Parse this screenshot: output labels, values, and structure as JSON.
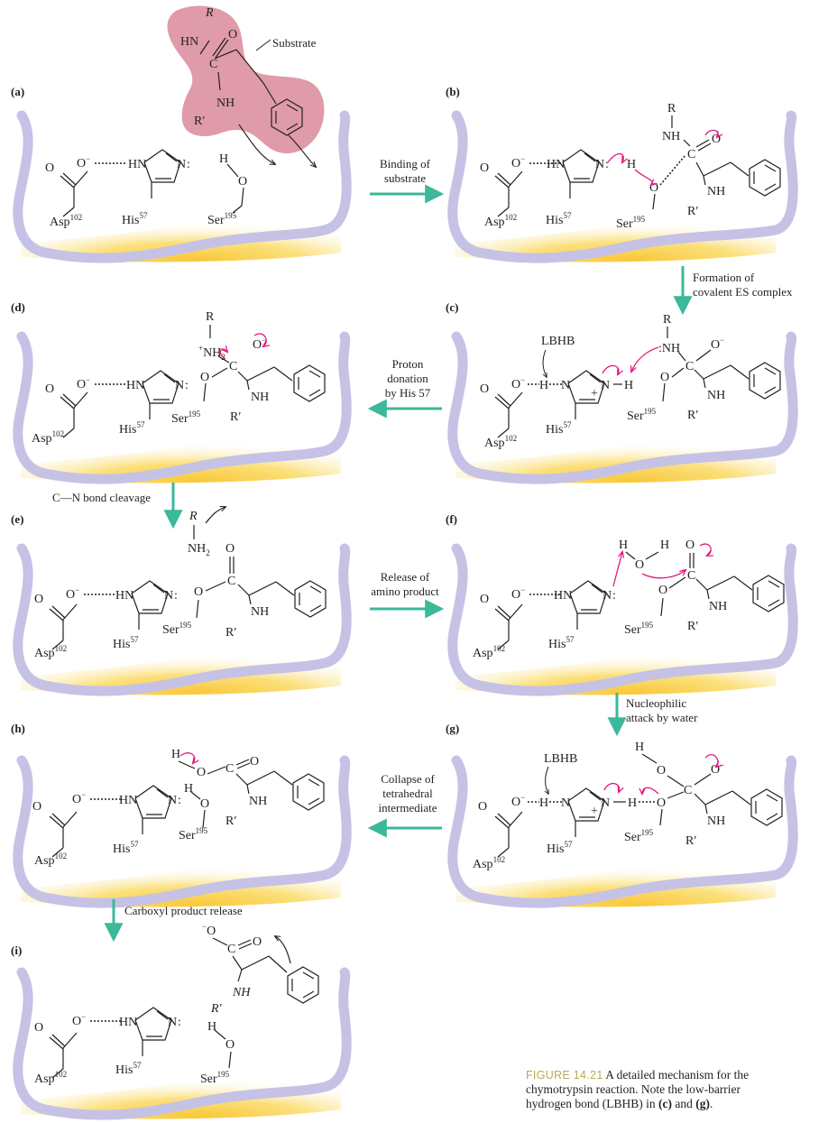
{
  "panels": [
    {
      "id": "a",
      "letter": "(a)"
    },
    {
      "id": "b",
      "letter": "(b)"
    },
    {
      "id": "c",
      "letter": "(c)"
    },
    {
      "id": "d",
      "letter": "(d)"
    },
    {
      "id": "e",
      "letter": "(e)"
    },
    {
      "id": "f",
      "letter": "(f)"
    },
    {
      "id": "g",
      "letter": "(g)"
    },
    {
      "id": "h",
      "letter": "(h)"
    },
    {
      "id": "i",
      "letter": "(i)"
    }
  ],
  "labels": {
    "substrate": "Substrate",
    "asp": "Asp",
    "asp_num": "102",
    "his": "His",
    "his_num": "57",
    "ser": "Ser",
    "ser_num": "195",
    "lbhb": "LBHB"
  },
  "steps": {
    "ab": [
      "Binding of",
      "substrate"
    ],
    "bc": [
      "Formation of",
      "covalent ES complex"
    ],
    "cd": [
      "Proton",
      "donation",
      "by His 57"
    ],
    "de": [
      "C—N bond cleavage"
    ],
    "ef": [
      "Release of",
      "amino product"
    ],
    "fg": [
      "Nucleophilic",
      "attack by water"
    ],
    "gh": [
      "Collapse of",
      "tetrahedral",
      "intermediate"
    ],
    "hi": [
      "Carboxyl product release"
    ]
  },
  "caption": {
    "figure": "FIGURE 14.21",
    "text1": " A detailed mechanism for the",
    "text2": "chymotrypsin reaction. Note the low-barrier",
    "text3a": "hydrogen bond (LBHB) in ",
    "c": "(c)",
    "and": " and ",
    "g": "(g)",
    "end": "."
  },
  "colors": {
    "protein_outline": "#b9b6df",
    "pocket_yellow": "#f9d44a",
    "substrate_pink": "#d98a9a",
    "step_arrow": "#3cb89a",
    "electron_arrow": "#e5187f"
  }
}
